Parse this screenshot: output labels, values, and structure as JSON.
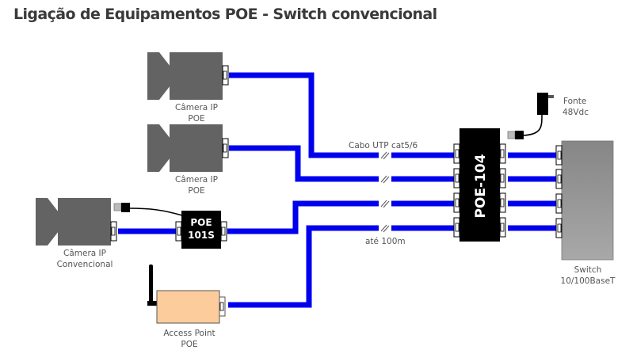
{
  "title": "Ligação de Equipamentos POE - Switch convencional",
  "colors": {
    "cable": "#0000ee",
    "camera": "#636363",
    "poe_unit": "#000000",
    "access_point": "#fccc9c",
    "switch_top": "#868686",
    "switch_bottom": "#a8a8a8",
    "label_text": "#555555"
  },
  "devices": {
    "camera_poe_1": {
      "icon": "video-camera-icon",
      "label_line1": "Câmera IP",
      "label_line2": "POE"
    },
    "camera_poe_2": {
      "icon": "video-camera-icon",
      "label_line1": "Câmera IP",
      "label_line2": "POE"
    },
    "camera_conventional": {
      "icon": "video-camera-icon",
      "label_line1": "Câmera IP",
      "label_line2": "Convencional"
    },
    "injector_101s": {
      "label_line1": "POE",
      "label_line2": "101S"
    },
    "access_point": {
      "icon": "antenna-icon",
      "label_line1": "Access Point",
      "label_line2": "POE"
    },
    "injector_104": {
      "label": "POE-104",
      "ports": 4
    },
    "power_supply": {
      "icon": "power-adapter-icon",
      "label_line1": "Fonte",
      "label_line2": "48Vdc"
    },
    "switch": {
      "label_line1": "Switch",
      "label_line2": "10/100BaseT",
      "ports": 4
    }
  },
  "cable_labels": {
    "type": "Cabo UTP cat5/6",
    "max_length": "até 100m",
    "break_icon": "cable-break-icon"
  }
}
